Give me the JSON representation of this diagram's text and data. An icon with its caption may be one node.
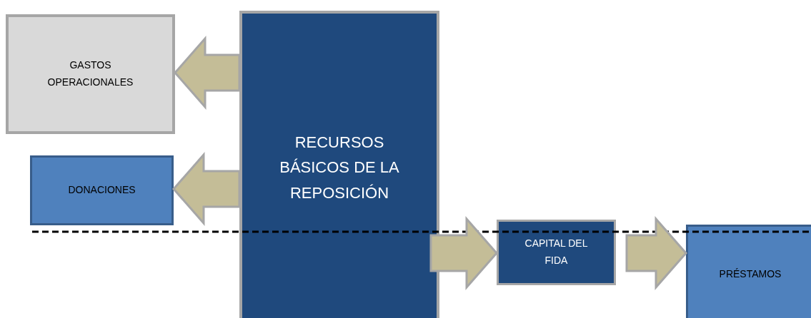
{
  "diagram": {
    "nodes": [
      {
        "text": [
          "GASTOS OPERACIONALES"
        ]
      },
      {
        "text": [
          "RECURSOS BÁSICOS DE LA REPOSICIÓN"
        ]
      },
      {
        "text": [
          "DONACIONES"
        ]
      },
      {
        "text": [
          "CAPITAL DEL FIDA"
        ]
      },
      {
        "text": [
          "PRÉSTAMOS"
        ]
      }
    ],
    "edges": [
      {
        "from": 1,
        "to": 0,
        "arrow": "to"
      },
      {
        "from": 1,
        "to": 2,
        "arrow": "to"
      },
      {
        "from": 1,
        "to": 3,
        "arrow": "to"
      },
      {
        "from": 3,
        "to": 4,
        "arrow": "to"
      }
    ]
  }
}
